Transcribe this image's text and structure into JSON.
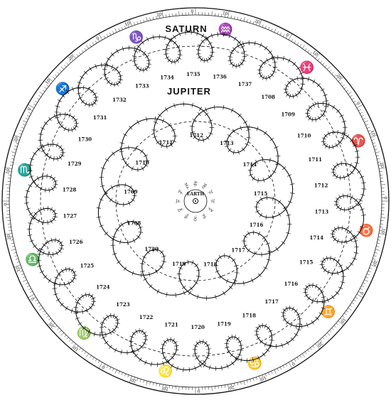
{
  "labels": {
    "saturn": "SATURN",
    "jupiter": "JUPITER",
    "earth": "EARTH"
  },
  "saturn_years": [
    "1708",
    "1709",
    "1710",
    "1711",
    "1712",
    "1713",
    "1714",
    "1715",
    "1716",
    "1717",
    "1718",
    "1719",
    "1720",
    "1721",
    "1722",
    "1723",
    "1724",
    "1725",
    "1726",
    "1727",
    "1728",
    "1729",
    "1730",
    "1731",
    "1732",
    "1733",
    "1734",
    "1735",
    "1736",
    "1737"
  ],
  "jupiter_years": [
    "1708",
    "1709",
    "1710",
    "1711",
    "1712",
    "1713",
    "1714",
    "1715",
    "1716",
    "1717",
    "1718",
    "1719",
    "1720"
  ],
  "zodiac_signs": [
    "♑",
    "♒",
    "♓",
    "♈",
    "♉",
    "♊",
    "♋",
    "♌",
    "♍",
    "♎",
    "♏",
    "♐"
  ],
  "ring_numbers": [
    "10",
    "20",
    "0"
  ],
  "months": [
    "Oc.",
    "No.",
    "De.",
    "Ja.",
    "Fe.",
    "Ma.",
    "Ap.",
    "My.",
    "Ju.",
    "Jy.",
    "Au.",
    "Se."
  ]
}
